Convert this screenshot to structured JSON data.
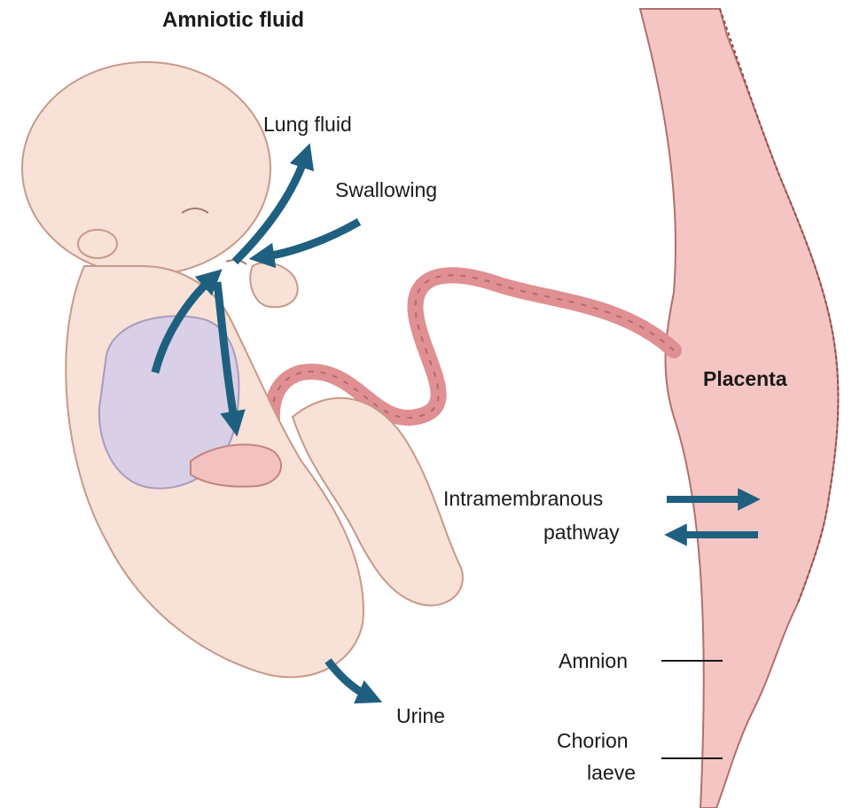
{
  "title": "Amniotic fluid",
  "labels": {
    "lung_fluid": "Lung fluid",
    "swallowing": "Swallowing",
    "placenta": "Placenta",
    "intramembranous_line1": "Intramembranous",
    "intramembranous_line2": "pathway",
    "amnion": "Amnion",
    "chorion_line1": "Chorion",
    "chorion_line2": "laeve",
    "urine": "Urine"
  },
  "colors": {
    "arrow": "#1f6080",
    "skin": "#f8e1d6",
    "skin_outline": "#c7998a",
    "lung": "#d9cfe6",
    "cord": "#e08f92",
    "placenta": "#f5c5c3",
    "placenta_edge": "#b0706e"
  }
}
